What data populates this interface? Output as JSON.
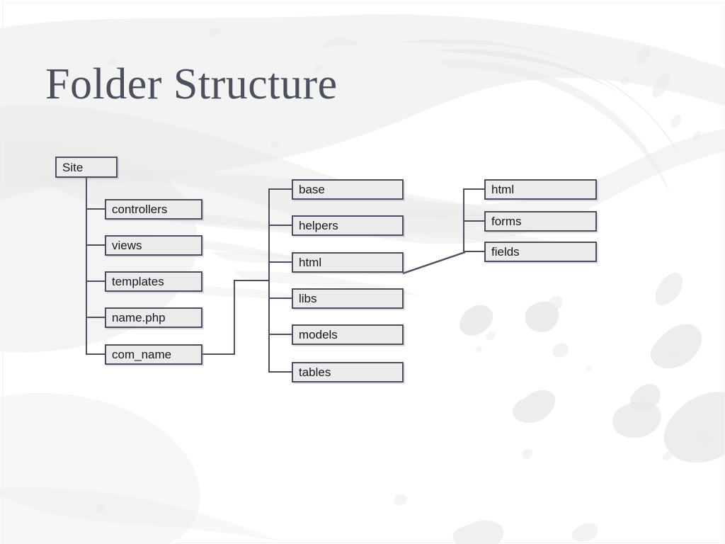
{
  "slide": {
    "title": "Folder Structure",
    "background_color": "#ffffff",
    "texture_color": "#e9e9ea",
    "line_color": "#4a4e5e",
    "node_fill": "#ebebeb",
    "node_border": "#4a4e5e",
    "title_color": "#4b4f5e"
  },
  "diagram": {
    "type": "tree",
    "root": {
      "label": "Site"
    },
    "columns": [
      {
        "name": "site-children",
        "parent": "Site",
        "items": [
          {
            "label": "controllers"
          },
          {
            "label": "views"
          },
          {
            "label": "templates"
          },
          {
            "label": "name.php"
          },
          {
            "label": "com_name"
          }
        ]
      },
      {
        "name": "com_name-children",
        "parent": "com_name",
        "items": [
          {
            "label": "base"
          },
          {
            "label": "helpers"
          },
          {
            "label": "html"
          },
          {
            "label": "libs"
          },
          {
            "label": "models"
          },
          {
            "label": "tables"
          }
        ]
      },
      {
        "name": "html-children",
        "parent": "html",
        "items": [
          {
            "label": "html"
          },
          {
            "label": "forms"
          },
          {
            "label": "fields"
          }
        ]
      }
    ]
  }
}
